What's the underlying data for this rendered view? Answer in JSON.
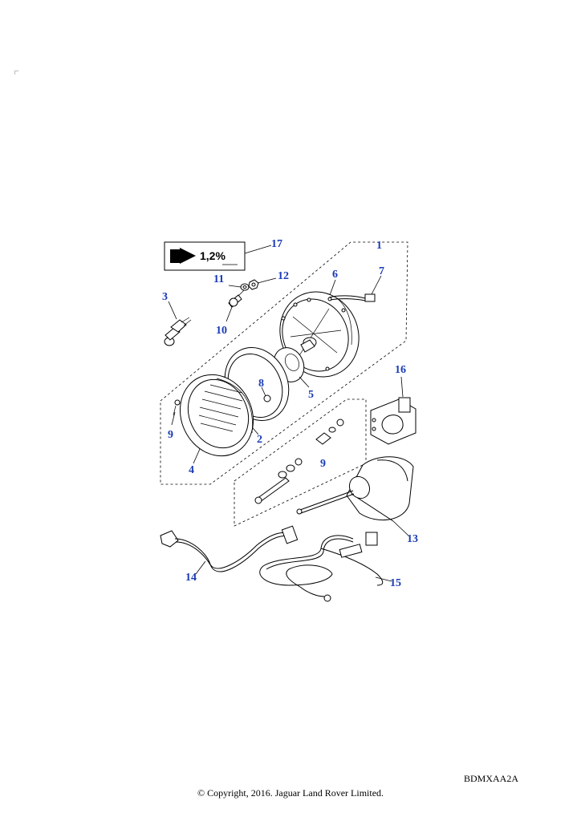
{
  "diagram": {
    "callouts": [
      {
        "id": "c1",
        "label": "1"
      },
      {
        "id": "c2",
        "label": "2"
      },
      {
        "id": "c3",
        "label": "3"
      },
      {
        "id": "c4",
        "label": "4"
      },
      {
        "id": "c5",
        "label": "5"
      },
      {
        "id": "c6",
        "label": "6"
      },
      {
        "id": "c7",
        "label": "7"
      },
      {
        "id": "c8",
        "label": "8"
      },
      {
        "id": "c9a",
        "label": "9"
      },
      {
        "id": "c9b",
        "label": "9"
      },
      {
        "id": "c10",
        "label": "10"
      },
      {
        "id": "c11",
        "label": "11"
      },
      {
        "id": "c12",
        "label": "12"
      },
      {
        "id": "c13",
        "label": "13"
      },
      {
        "id": "c14",
        "label": "14"
      },
      {
        "id": "c15",
        "label": "15"
      },
      {
        "id": "c16",
        "label": "16"
      },
      {
        "id": "c17",
        "label": "17"
      }
    ],
    "warning_label": {
      "value": "1,2%"
    },
    "callout_color": "#1a3bb5"
  },
  "footer": {
    "reference_code": "BDMXAA2A",
    "copyright": "© Copyright, 2016. Jaguar Land Rover Limited."
  }
}
